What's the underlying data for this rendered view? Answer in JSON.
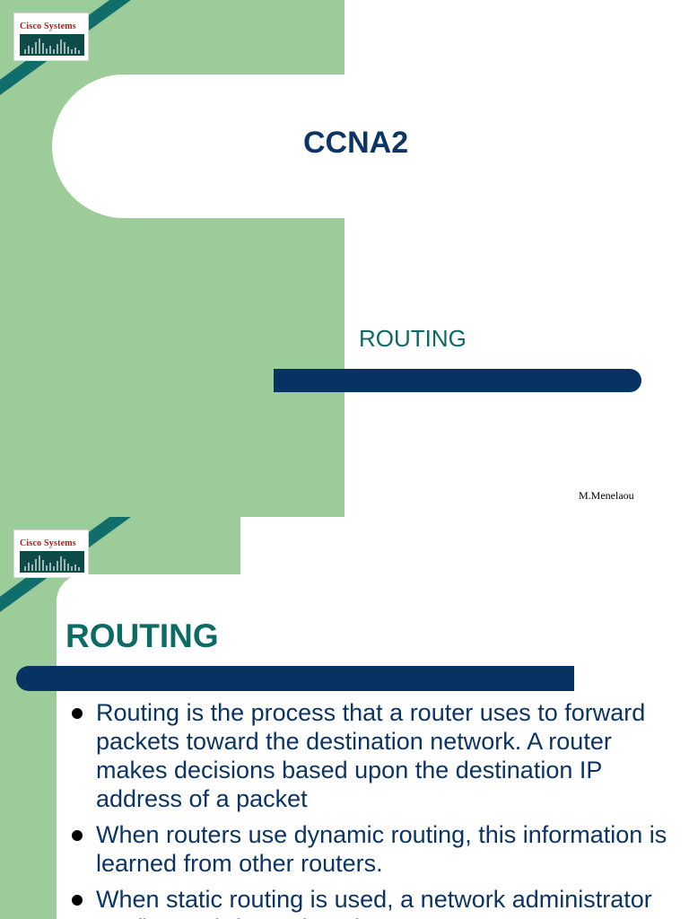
{
  "logo": {
    "brand_text": "Cisco Systems"
  },
  "colors": {
    "green_panel": "#9ccc9a",
    "teal_stripe": "#0f6e6a",
    "navy_bar": "#073363",
    "title_navy": "#0b3564",
    "accent_teal": "#0d6b66"
  },
  "slide1": {
    "title": "CCNA2",
    "subtitle": "ROUTING",
    "author": "M.Menelaou"
  },
  "slide2": {
    "title": "ROUTING",
    "bullets": [
      "Routing is the process that a router uses to forward packets toward the destination network. A router makes decisions based upon the destination IP address of a packet",
      "When routers use dynamic routing, this information is learned from other routers.",
      "When static routing is used, a network administrator configures information about"
    ]
  }
}
